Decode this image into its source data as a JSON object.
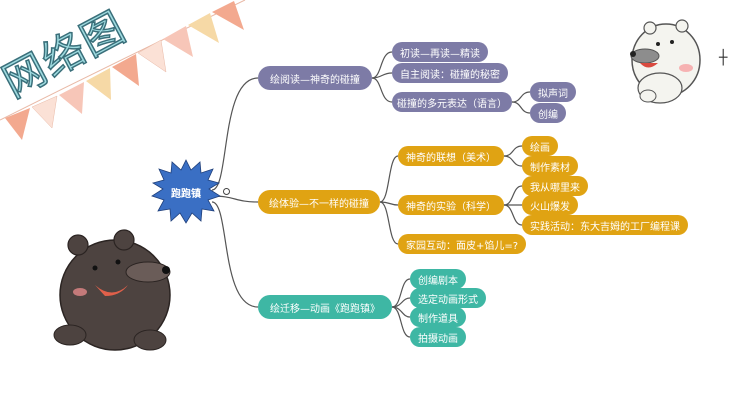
{
  "title": "网络图",
  "root": {
    "label": "跑跑镇",
    "color": "#3a6fc4"
  },
  "branches": [
    {
      "label": "绘阅读—神奇的碰撞",
      "color": "#7d7ba6",
      "children": [
        {
          "label": "初读—再读—精读"
        },
        {
          "label": "自主阅读：碰撞的秘密"
        },
        {
          "label": "碰撞的多元表达（语言）",
          "children": [
            "拟声词",
            "创编"
          ]
        }
      ]
    },
    {
      "label": "绘体验—不一样的碰撞",
      "color": "#e0a313",
      "children": [
        {
          "label": "神奇的联想（美术）",
          "children": [
            "绘画",
            "制作素材"
          ]
        },
        {
          "label": "神奇的实验（科学）",
          "children": [
            "我从哪里来",
            "火山爆发",
            "实践活动：东大吉姆的工厂编程课"
          ]
        },
        {
          "label": "家园互动：面皮+馅儿=?"
        }
      ]
    },
    {
      "label": "绘迁移—动画《跑跑镇》",
      "color": "#3eb7a4",
      "children": [
        {
          "label": "创编剧本"
        },
        {
          "label": "选定动画形式"
        },
        {
          "label": "制作道具"
        },
        {
          "label": "拍摄动画"
        }
      ]
    }
  ],
  "colors": {
    "purple": "#7d7ba6",
    "orange": "#e0a313",
    "teal": "#3eb7a4",
    "root": "#3a6fc4",
    "bunting": [
      "#f7c6b8",
      "#f3a98f",
      "#fbe1d6",
      "#f6d9a6"
    ]
  },
  "icons": [
    "white-bear-icon",
    "brown-bear-icon",
    "crosshair-cursor-icon"
  ]
}
